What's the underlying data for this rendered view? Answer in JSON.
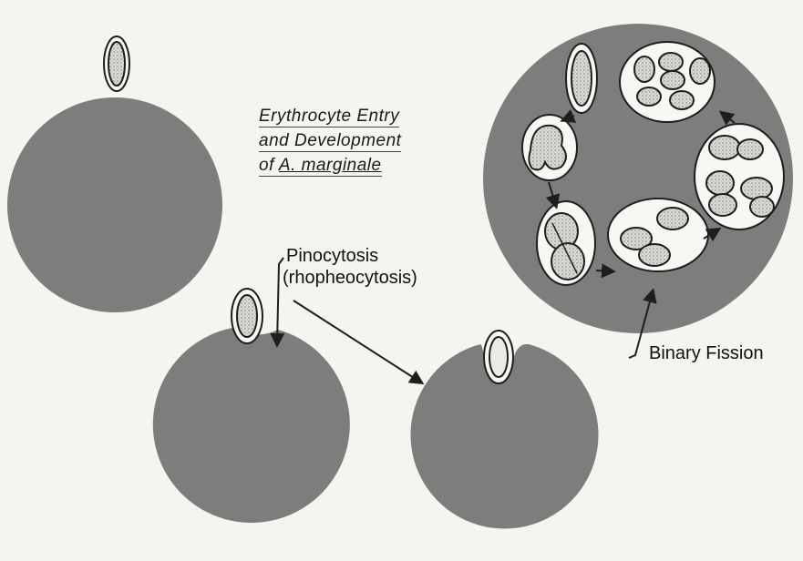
{
  "title": {
    "line1": "Erythrocyte Entry",
    "line2": "and Development",
    "line3_prefix": "of ",
    "line3_species": "A. marginale"
  },
  "labels": {
    "pinocytosis": "Pinocytosis",
    "rhopheocytosis": "(rhopheocytosis)",
    "binary_fission": "Binary Fission"
  },
  "colors": {
    "background": "#f4f4f1",
    "erythrocyte": "#7d7d7b",
    "vacuole": "#f7f7f4",
    "organism_fill": "#d9d9d4",
    "stroke": "#1e1e1e"
  }
}
